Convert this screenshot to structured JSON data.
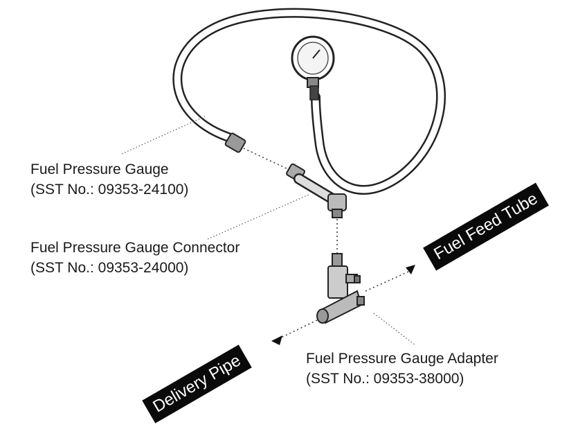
{
  "labels": {
    "gauge_name": "Fuel Pressure Gauge",
    "gauge_sst": "(SST No.: 09353-24100)",
    "connector_name": "Fuel Pressure Gauge Connector",
    "connector_sst": "(SST No.: 09353-24000)",
    "adapter_name": "Fuel Pressure Gauge Adapter",
    "adapter_sst": "(SST No.: 09353-38000)",
    "fuel_feed_tube": "Fuel Feed Tube",
    "delivery_pipe": "Delivery Pipe"
  }
}
